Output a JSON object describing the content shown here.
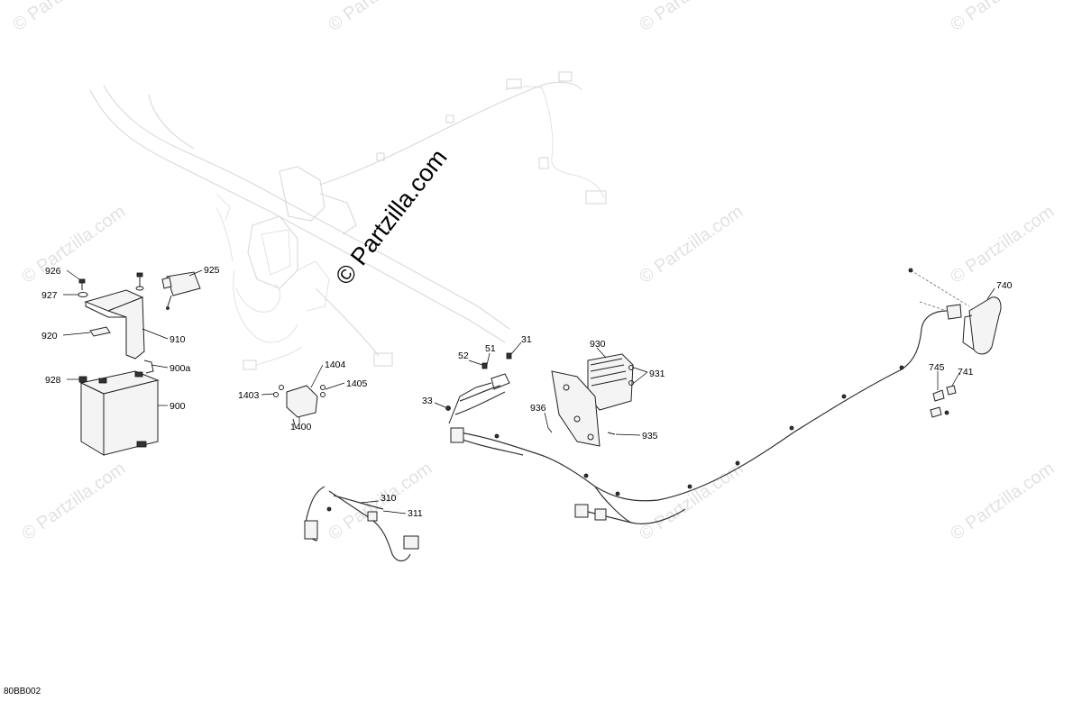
{
  "watermark": {
    "main": "© Partzilla.com",
    "repeat": "© Partzilla.com"
  },
  "diagram_code": "80BB002",
  "callouts": {
    "c926": "926",
    "c927": "927",
    "c925": "925",
    "c920": "920",
    "c910": "910",
    "c900a": "900a",
    "c928": "928",
    "c900": "900",
    "c1404": "1404",
    "c1403": "1403",
    "c1405": "1405",
    "c1400": "1400",
    "c52": "52",
    "c51": "51",
    "c31": "31",
    "c33": "33",
    "c930": "930",
    "c931": "931",
    "c936": "936",
    "c935": "935",
    "c310": "310",
    "c311": "311",
    "c740": "740",
    "c745": "745",
    "c741": "741"
  }
}
